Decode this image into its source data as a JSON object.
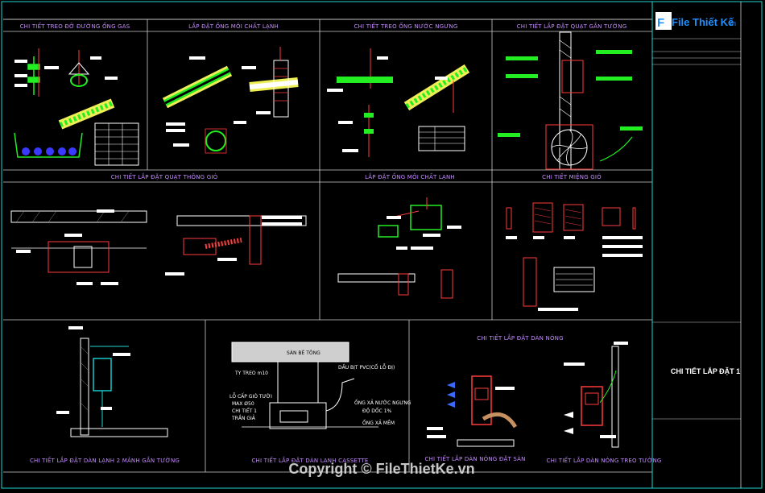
{
  "colors": {
    "frame": "#19d6d6",
    "title": "#c68cff",
    "green": "#22ee22",
    "red": "#ff3a3a",
    "white": "#ffffff",
    "yellow": "#ffff66"
  },
  "panels": {
    "p1_title": "CHI TIẾT TREO ĐỠ ĐƯỜNG ỐNG GAS",
    "p2_title": "LẮP ĐẶT ỐNG MÔI CHẤT LẠNH",
    "p3_title": "CHI TIẾT TREO ỐNG NƯỚC NGƯNG",
    "p4_title": "CHI TIẾT LẮP ĐẶT QUẠT GẮN TƯỜNG",
    "p5_title": "CHI TIẾT LẮP ĐẶT QUẠT THÔNG GIÓ",
    "p6_title": "LẮP ĐẶT ỐNG MÔI CHẤT LẠNH",
    "p7_title": "CHI TIẾT MIỆNG GIÓ",
    "p8_title": "CHI TIẾT LẮP ĐẶT DÀN LẠNH 2 MẢNH GẮN TƯỜNG",
    "p9_title": "CHI TIẾT LẮP ĐẶT DÀN LẠNH CASSETTE",
    "p10_title": "CHI TIẾT LẮP ĐẶT DÀN NÓNG",
    "p10_sub_left": "CHI TIẾT LẮP DÀN NÓNG ĐẶT SÀN",
    "p10_sub_right": "CHI TIẾT LẮP DÀN NÓNG TREO TƯỜNG"
  },
  "cassette_labels": {
    "slab": "SÀN BÊ TÔNG",
    "rod": "TY TREO m10",
    "drain": "DẦU BỊT PVC(CỐ LỖ ĐỊ)",
    "hole": "LỖ CẤP GIÓ TƯỜI",
    "max": "MAX Ø50",
    "detail": "CHI TIẾT 1",
    "ceiling": "TRẦN GIẢ",
    "pipe_slope": "ỐNG XẢ NƯỚC NGƯNG",
    "slope": "ĐỘ DỐC 1%",
    "pipe_soft": "ỐNG XẢ MỀM"
  },
  "title_block": {
    "drawing_title": "CHI TIẾT LẮP ĐẶT 1",
    "logo_text": "File Thiết Kế",
    "logo_suffix": ".vn"
  },
  "watermark": "Copyright © FileThietKe.vn"
}
